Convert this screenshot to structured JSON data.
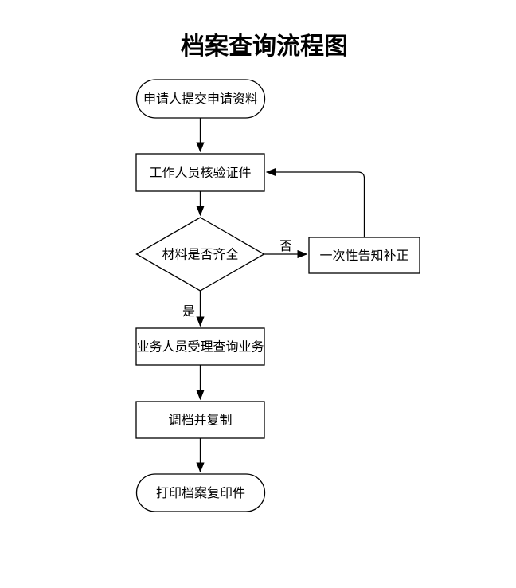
{
  "title": "档案查询流程图",
  "nodes": {
    "start": {
      "label": "申请人提交申请资料",
      "type": "terminator"
    },
    "verify": {
      "label": "工作人员核验证件",
      "type": "process"
    },
    "decision": {
      "label": "材料是否齐全",
      "type": "decision"
    },
    "notify": {
      "label": "一次性告知补正",
      "type": "process"
    },
    "accept": {
      "label": "业务人员受理查询业务",
      "type": "process"
    },
    "copy": {
      "label": "调档并复制",
      "type": "process"
    },
    "end": {
      "label": "打印档案复印件",
      "type": "terminator"
    }
  },
  "edges": {
    "no_label": "否",
    "yes_label": "是"
  },
  "colors": {
    "stroke": "#000000",
    "fill": "#ffffff",
    "text": "#000000",
    "background": "#ffffff"
  }
}
